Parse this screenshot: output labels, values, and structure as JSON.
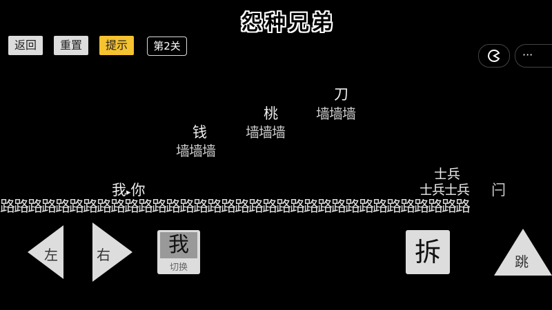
{
  "title": "怨种兄弟",
  "toolbar": {
    "back": "返回",
    "reset": "重置",
    "hint": "提示",
    "level": "第2关"
  },
  "capsule": {
    "menu": "···"
  },
  "scene": {
    "wall": "墙墙墙",
    "items": {
      "money": "钱",
      "peach": "桃",
      "knife": "刀"
    },
    "player": "我",
    "arrow": "▸",
    "partner": "你",
    "soldiers_top": "士兵",
    "soldiers_bottom": "士兵士兵",
    "door": "闩",
    "road": "路路路路路路路路路路路路路路路路路路路路路路路路路路路路路路路路路路"
  },
  "controls": {
    "left": "左",
    "right": "右",
    "switch_char": "我",
    "switch_label": "切换",
    "dismantle": "拆",
    "jump": "跳"
  },
  "colors": {
    "hint": "#f5c230",
    "button": "#dddddd"
  }
}
